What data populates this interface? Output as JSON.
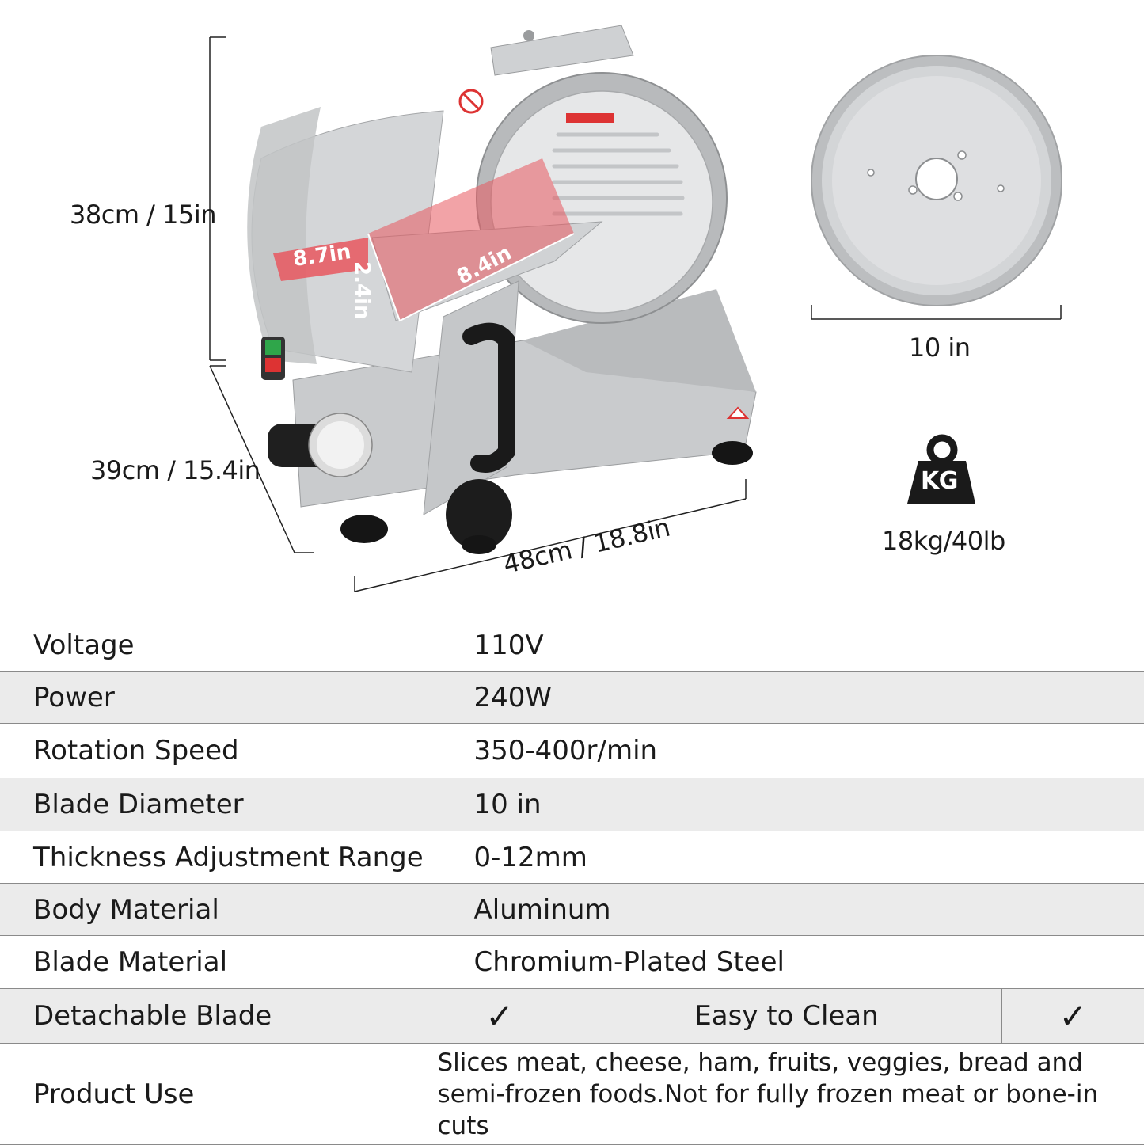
{
  "dimensions": {
    "height": "38cm / 15in",
    "depth": "39cm / 15.4in",
    "width": "48cm / 18.8in",
    "tray_width": "8.7in",
    "tray_height": "2.4in",
    "tray_length": "8.4in",
    "blade_diameter": "10 in",
    "weight_icon_text": "KG",
    "weight": "18kg/40lb"
  },
  "icons": {
    "weight": "weight-icon",
    "slicer": "meat-slicer-illustration",
    "blade": "blade-disc-illustration",
    "check": "check-icon"
  },
  "colors": {
    "highlight_red": "#e8575f",
    "row_alt": "#ebebeb",
    "border": "#8a8a8a"
  },
  "specs": [
    {
      "label": "Voltage",
      "value": "110V"
    },
    {
      "label": "Power",
      "value": "240W"
    },
    {
      "label": "Rotation Speed",
      "value": "350-400r/min"
    },
    {
      "label": "Blade Diameter",
      "value": "10 in"
    },
    {
      "label": "Thickness Adjustment Range",
      "value": "0-12mm"
    },
    {
      "label": "Body Material",
      "value": "Aluminum"
    },
    {
      "label": "Blade Material",
      "value": "Chromium-Plated Steel"
    }
  ],
  "features": {
    "detachable_label": "Detachable Blade",
    "detachable_mark": "✓",
    "easy_clean_label": "Easy to Clean",
    "easy_clean_mark": "✓"
  },
  "product_use": {
    "label": "Product Use",
    "line1": "Slices meat, cheese, ham, fruits, veggies, bread and",
    "line2": "semi-frozen foods.Not for fully frozen meat or bone-in cuts"
  }
}
